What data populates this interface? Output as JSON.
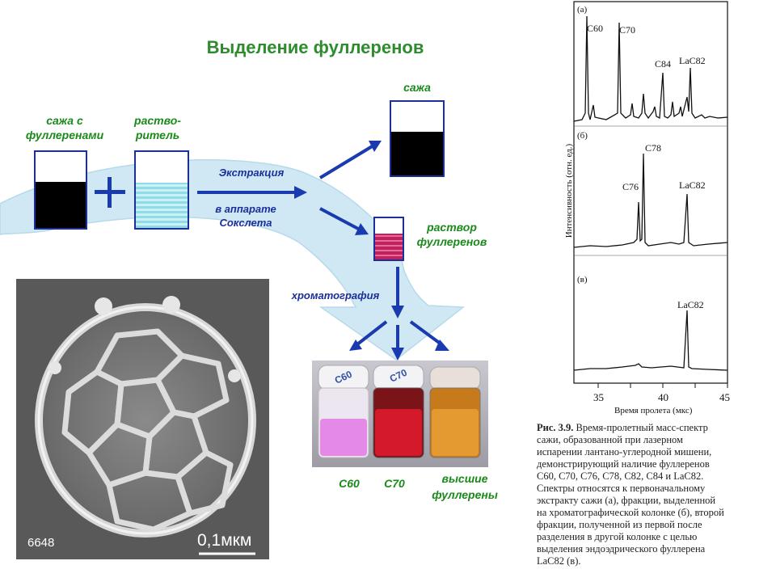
{
  "title": "Выделение фуллеренов",
  "labels": {
    "soot_with_fullerenes": "сажа с фуллеренами",
    "solvent": "раство-ритель",
    "extraction": "Экстракция",
    "soxhlet": "в аппарате Сокслета",
    "soot": "сажа",
    "fullerene_solution": "раствор фуллеренов",
    "chromatography": "хроматография",
    "c60": "C60",
    "c70": "C70",
    "higher": "высшие фуллерены"
  },
  "vials": {
    "cap1": "C60",
    "cap2": "C70"
  },
  "micrograph": {
    "id": "6648",
    "scale": "0,1мкм"
  },
  "spectra": {
    "panel_a": "(а)",
    "panel_b": "(б)",
    "panel_c": "(в)",
    "peaks_a": [
      "C60",
      "C70",
      "C84",
      "LaC82"
    ],
    "peaks_b": [
      "C78",
      "C76",
      "LaC82"
    ],
    "peaks_c": [
      "LaC82"
    ],
    "ylabel": "Интенсивность (отн. ед.)",
    "xticks": [
      "35",
      "40",
      "45"
    ],
    "xlabel": "Время пролета (мкс)"
  },
  "caption": {
    "fig": "Рис. 3.9.",
    "text": "Время-пролетный масс-спектр сажи, образованной при лазерном испарении лантано-углеродной мишени, демонстрирующий наличие фуллеренов C60, C70, C76, C78, C82, C84 и LaC82. Спектры относятся к первоначальному экстракту сажи (а), фракции, выделенной на хроматографической колонке (б), второй фракции, полученной из первой после разделения в другой колонке с целью выделения эндоэдрического фуллерена LaC82 (в)."
  },
  "colors": {
    "title": "#2e8b2e",
    "label_green": "#1a8a1a",
    "label_blue": "#1a2f9a",
    "arrow": "#1a3ab0",
    "band": "#cfe8f4",
    "solution": "#c4205e",
    "vial_pink": "#e48ae6",
    "vial_red": "#d41a2a",
    "vial_orange": "#e49a30"
  }
}
